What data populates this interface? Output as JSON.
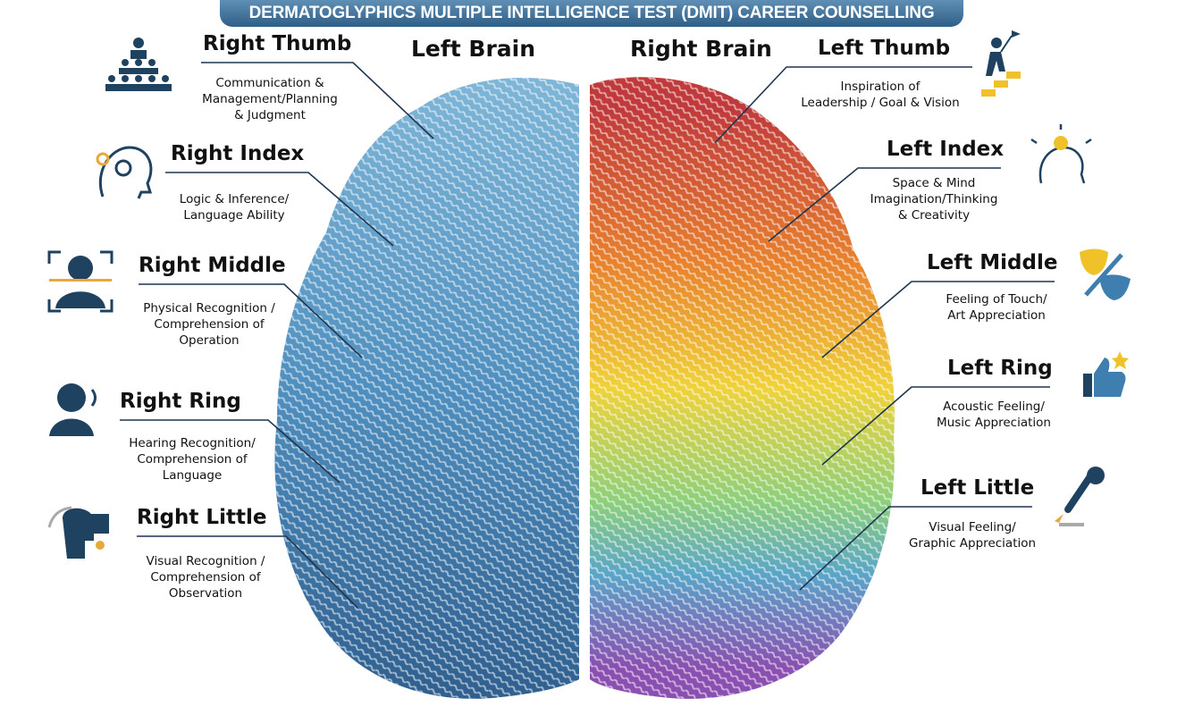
{
  "title": "DERMATOGLYPHICS MULTIPLE INTELLIGENCE TEST (DMIT) CAREER COUNSELLING",
  "headers": {
    "left_brain": "Left Brain",
    "right_brain": "Right Brain"
  },
  "left_fingers": [
    {
      "title": "Right Thumb",
      "desc": "Communication &\nManagement/Planning\n& Judgment",
      "icon": "hierarchy-icon"
    },
    {
      "title": "Right Index",
      "desc": "Logic & Inference/\nLanguage Ability",
      "icon": "head-gear-icon"
    },
    {
      "title": "Right Middle",
      "desc": "Physical Recognition /\nComprehension of\nOperation",
      "icon": "face-scan-icon"
    },
    {
      "title": "Right Ring",
      "desc": "Hearing Recognition/\nComprehension of\nLanguage",
      "icon": "person-hearing-icon"
    },
    {
      "title": "Right Little",
      "desc": "Visual Recognition /\nComprehension of\nObservation",
      "icon": "visual-head-icon"
    }
  ],
  "right_fingers": [
    {
      "title": "Left Thumb",
      "desc": "Inspiration of\nLeadership / Goal & Vision",
      "icon": "climbing-flag-icon"
    },
    {
      "title": "Left Index",
      "desc": "Space & Mind\nImagination/Thinking\n& Creativity",
      "icon": "lightbulb-head-icon"
    },
    {
      "title": "Left Middle",
      "desc": "Feeling of Touch/\nArt Appreciation",
      "icon": "theater-masks-icon"
    },
    {
      "title": "Left Ring",
      "desc": "Acoustic Feeling/\nMusic Appreciation",
      "icon": "thumbs-up-icon"
    },
    {
      "title": "Left Little",
      "desc": "Visual Feeling/\nGraphic Appreciation",
      "icon": "paintbrush-icon"
    }
  ],
  "colors": {
    "left_brain": "#3f7fb0",
    "navy": "#1f4260",
    "right_gradient": [
      "#c0393b",
      "#e8822e",
      "#f0d23a",
      "#8fd07a",
      "#5aa5c8",
      "#8a4fb0"
    ]
  }
}
